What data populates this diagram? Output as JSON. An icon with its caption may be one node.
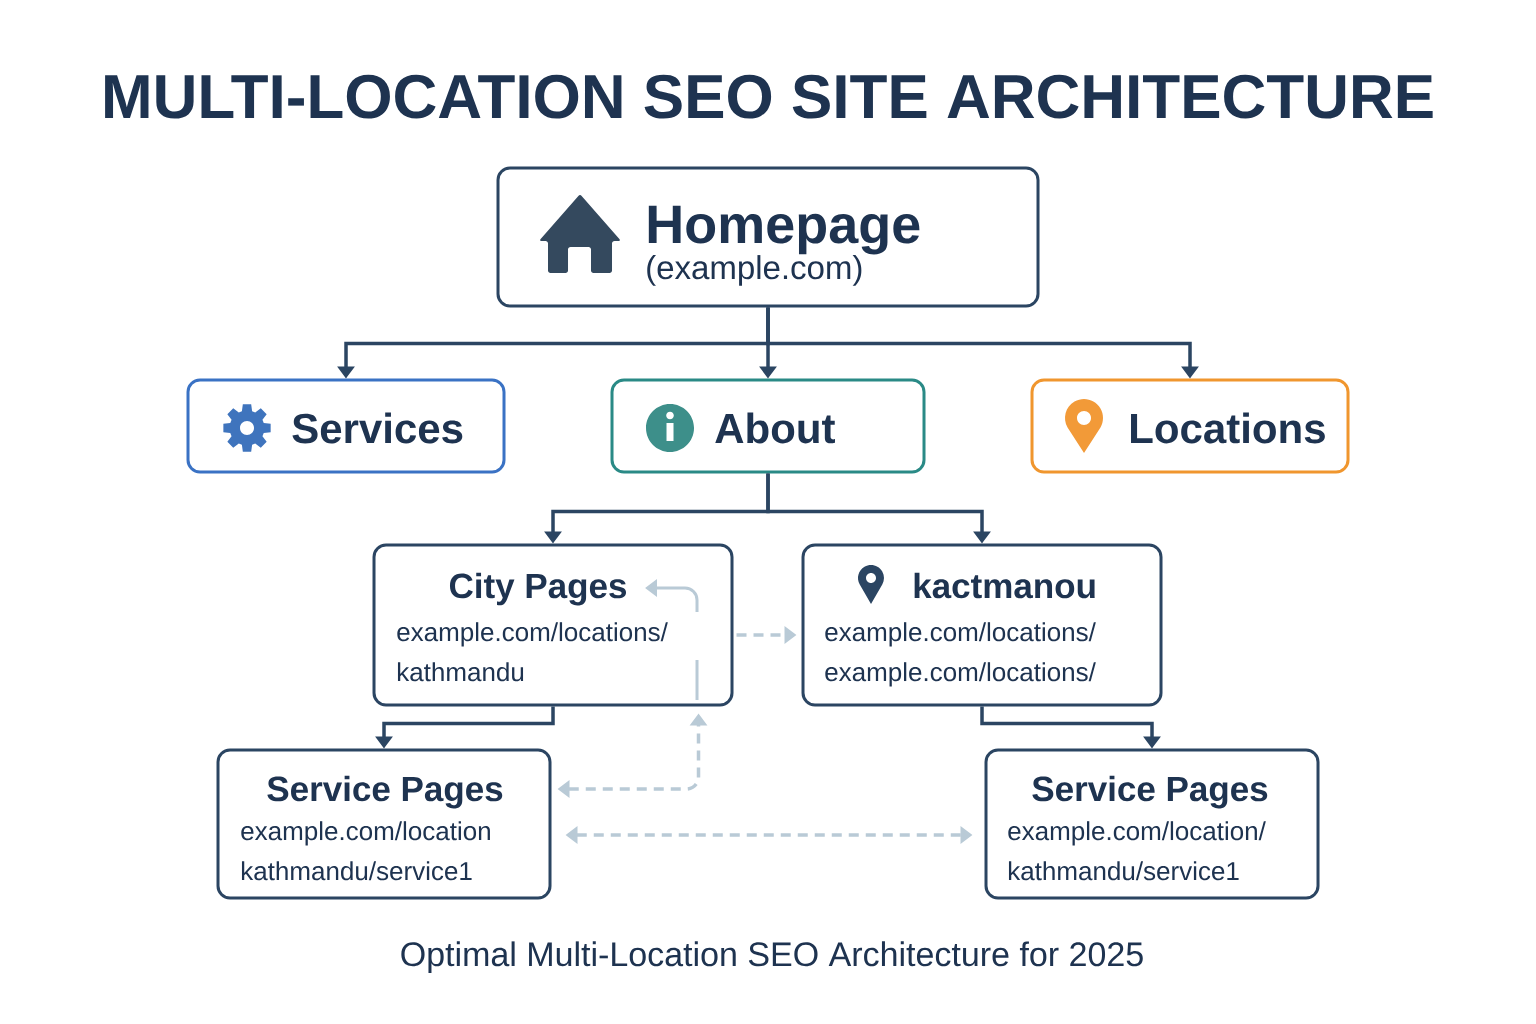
{
  "diagram": {
    "title": "MULTI-LOCATION SEO SITE ARCHITECTURE",
    "nodes": [
      {
        "text": [
          "Homepage",
          "(example.com)"
        ]
      },
      {
        "text": [
          "Services"
        ]
      },
      {
        "text": [
          "About"
        ]
      },
      {
        "text": [
          "Locations"
        ]
      },
      {
        "text": [
          "City Pages",
          "example.com/locations/ kathmandu"
        ]
      },
      {
        "text": [
          "kactmanou",
          "example.com/locations/ example.com/locations/"
        ]
      },
      {
        "text": [
          "Service Pages",
          "example.com/location kathmandu/service1"
        ]
      },
      {
        "text": [
          "Service Pages",
          "example.com/location/ kathmandu/service1"
        ]
      }
    ],
    "edges": [
      {
        "from": 0,
        "to": 1,
        "arrow": "to"
      },
      {
        "from": 0,
        "to": 2,
        "arrow": "to"
      },
      {
        "from": 0,
        "to": 3,
        "arrow": "to"
      },
      {
        "from": 2,
        "to": 4,
        "arrow": "to"
      },
      {
        "from": 2,
        "to": 5,
        "arrow": "to"
      },
      {
        "from": 4,
        "to": 5,
        "arrow": "to",
        "style": "dashed",
        "color": "#b9cad6"
      },
      {
        "from": 4,
        "to": 6,
        "arrow": "to"
      },
      {
        "from": 5,
        "to": 7,
        "arrow": "to"
      },
      {
        "from": 6,
        "to": 4,
        "arrow": "both",
        "style": "dashed",
        "color": "#b9cad6"
      },
      {
        "from": 6,
        "to": 7,
        "arrow": "both",
        "style": "dashed",
        "color": "#b9cad6"
      }
    ],
    "caption": "Optimal Multi-Location SEO Architecture for 2025"
  }
}
